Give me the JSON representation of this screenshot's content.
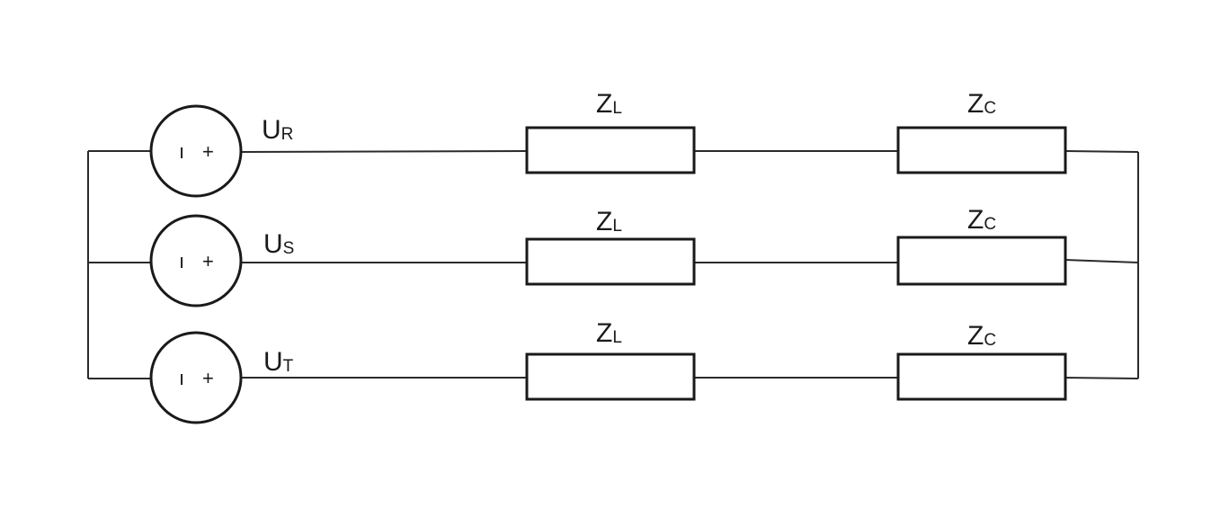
{
  "sources": [
    {
      "main": "U",
      "sub": "R",
      "polarity_minus": "ı",
      "polarity_plus": "+"
    },
    {
      "main": "U",
      "sub": "S",
      "polarity_minus": "ı",
      "polarity_plus": "+"
    },
    {
      "main": "U",
      "sub": "T",
      "polarity_minus": "ı",
      "polarity_plus": "+"
    }
  ],
  "impedances": [
    {
      "main": "Z",
      "sub": "L"
    },
    {
      "main": "Z",
      "sub": "C"
    },
    {
      "main": "Z",
      "sub": "L"
    },
    {
      "main": "Z",
      "sub": "C"
    },
    {
      "main": "Z",
      "sub": "L"
    },
    {
      "main": "Z",
      "sub": "C"
    }
  ],
  "colors": {
    "stroke": "#1a1a1a",
    "background": "#ffffff"
  }
}
